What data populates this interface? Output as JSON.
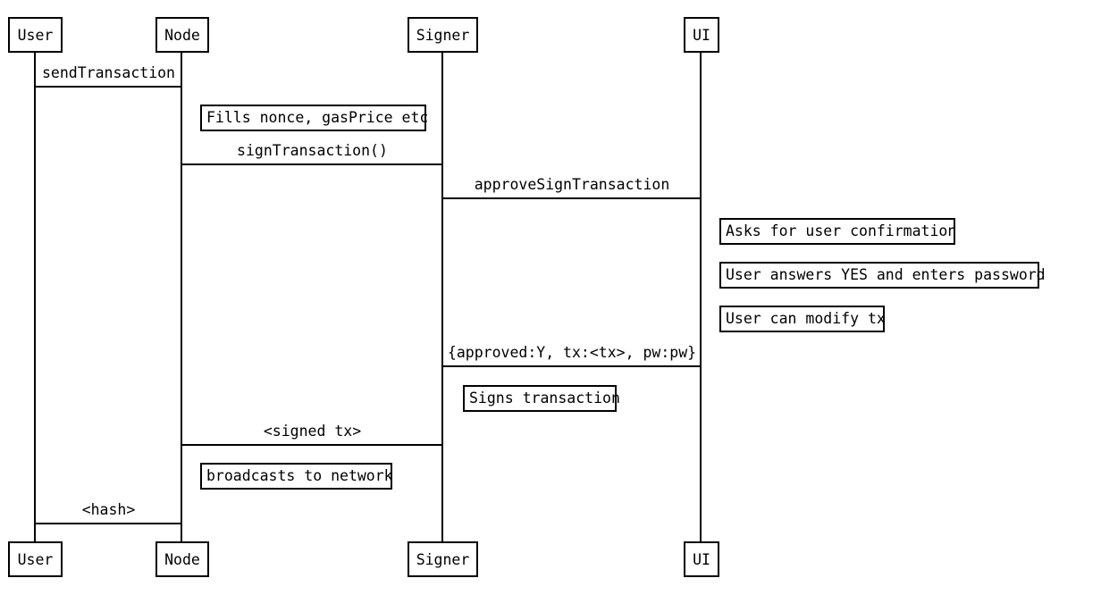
{
  "diagram": {
    "type": "sequence-diagram",
    "background_color": "#ffffff",
    "line_color": "#000000",
    "text_color": "#000000",
    "actors": [
      {
        "id": "user",
        "label": "User"
      },
      {
        "id": "node",
        "label": "Node"
      },
      {
        "id": "signer",
        "label": "Signer"
      },
      {
        "id": "ui",
        "label": "UI"
      }
    ],
    "messages": [
      {
        "from": "User",
        "to": "Node",
        "label": "sendTransaction"
      },
      {
        "from": "Node",
        "to": "Signer",
        "label": "signTransaction()"
      },
      {
        "from": "Signer",
        "to": "UI",
        "label": "approveSignTransaction"
      },
      {
        "from": "UI",
        "to": "Signer",
        "label": "{approved:Y, tx:<tx>, pw:pw}"
      },
      {
        "from": "Signer",
        "to": "Node",
        "label": "<signed tx>"
      },
      {
        "from": "Node",
        "to": "User",
        "label": "<hash>"
      }
    ],
    "notes": [
      {
        "right_of": "Node",
        "label": "Fills nonce, gasPrice etc"
      },
      {
        "right_of": "UI",
        "label": "Asks for user confirmation"
      },
      {
        "right_of": "UI",
        "label": "User answers YES and enters password"
      },
      {
        "right_of": "UI",
        "label": "User can modify tx"
      },
      {
        "right_of": "Signer",
        "label": "Signs transaction"
      },
      {
        "right_of": "Node",
        "label": "broadcasts to network"
      }
    ]
  }
}
